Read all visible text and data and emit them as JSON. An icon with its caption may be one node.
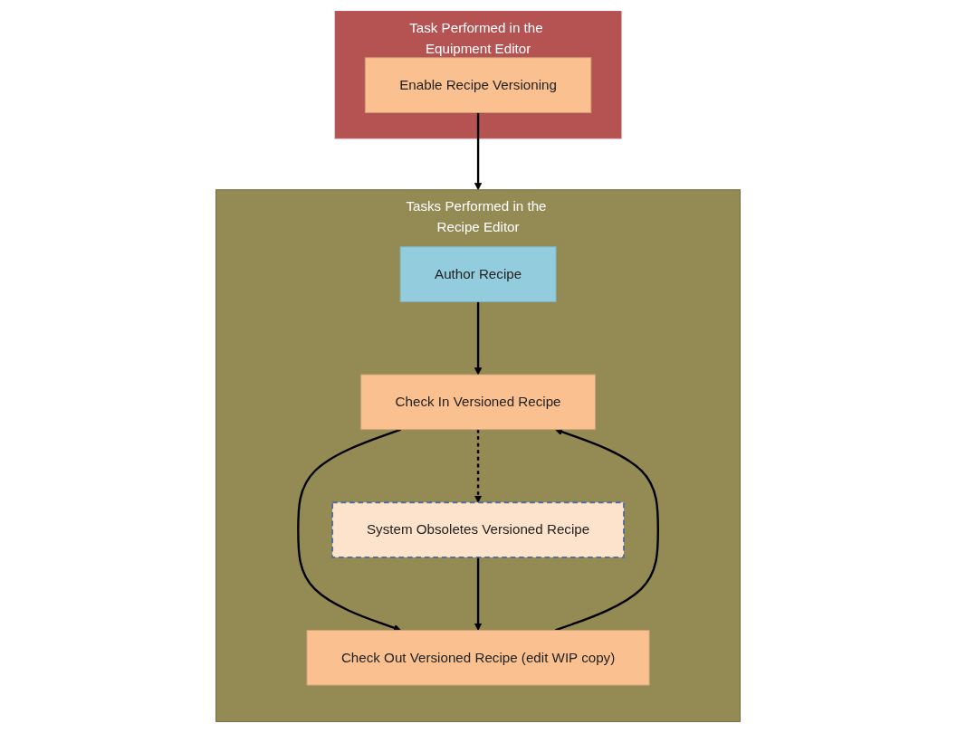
{
  "diagram": {
    "nodes": [
      {
        "text": [
          "Task Performed in the Equipment Editor"
        ]
      },
      {
        "text": [
          "Enable Recipe Versioning"
        ],
        "in": 0
      },
      {
        "text": [
          "Tasks Performed in the Recipe Editor"
        ]
      },
      {
        "text": [
          "Author Recipe"
        ],
        "in": 2
      },
      {
        "text": [
          "Check In Versioned Recipe"
        ],
        "in": 2
      },
      {
        "text": [
          "System Obsoletes Versioned Recipe"
        ],
        "in": 2
      },
      {
        "text": [
          "Check Out Versioned Recipe (edit WIP copy)"
        ],
        "in": 2
      }
    ],
    "edges": [
      {
        "from": 1,
        "to": 2,
        "arrow": "to"
      },
      {
        "from": 3,
        "to": 4,
        "arrow": "to"
      },
      {
        "from": 4,
        "to": 6,
        "arrow": "to"
      },
      {
        "from": 6,
        "to": 4,
        "arrow": "to"
      },
      {
        "from": 4,
        "to": 5,
        "arrow": "to",
        "style": "dashed"
      },
      {
        "from": 5,
        "to": 6,
        "arrow": "to"
      }
    ]
  }
}
